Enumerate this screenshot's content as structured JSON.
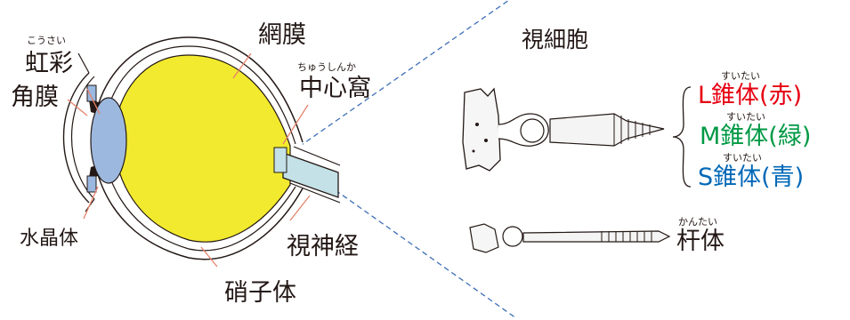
{
  "eye": {
    "iris": {
      "label": "虹彩",
      "reading": "こうさい"
    },
    "cornea": {
      "label": "角膜"
    },
    "lens": {
      "label": "水晶体"
    },
    "retina": {
      "label": "網膜"
    },
    "fovea": {
      "label": "中心窩",
      "reading": "ちゅうしんか"
    },
    "optic_nerve": {
      "label": "視神経"
    },
    "vitreous": {
      "label": "硝子体"
    }
  },
  "cells": {
    "title": "視細胞",
    "cones": [
      {
        "label": "L錐体(赤)",
        "reading": "すいたい",
        "color": "#e60012"
      },
      {
        "label": "M錐体(緑)",
        "reading": "すいたい",
        "color": "#009944"
      },
      {
        "label": "S錐体(青)",
        "reading": "すいたい",
        "color": "#0068b7"
      }
    ],
    "rod": {
      "label": "杆体",
      "reading": "かんたい"
    }
  },
  "colors": {
    "vitreous_fill": "#f2ea2e",
    "lens_fill": "#9db8de",
    "optic_nerve_fill": "#c3e1e6",
    "line": "#231815",
    "pointer": "#e8826a",
    "dash": "#3d6fb6"
  }
}
